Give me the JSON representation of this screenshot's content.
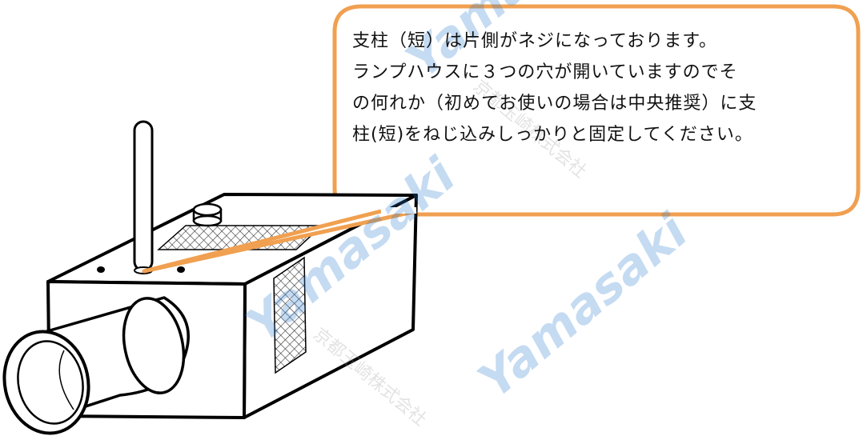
{
  "callout": {
    "lines": [
      "支柱（短）は片側がネジになっております。",
      "ランプハウスに３つの穴が開いていますのでそ",
      "の何れか（初めてお使いの場合は中央推奨）に支",
      "柱(短)をねじ込みしっかりと固定してください。"
    ]
  },
  "watermark": {
    "brand": "Yamasaki",
    "company": "京都玉崎株式会社"
  },
  "colors": {
    "callout_border": "#F0A050",
    "watermark": "#2E7FD0",
    "watermark_accent": "#E85050",
    "line": "#000000"
  }
}
